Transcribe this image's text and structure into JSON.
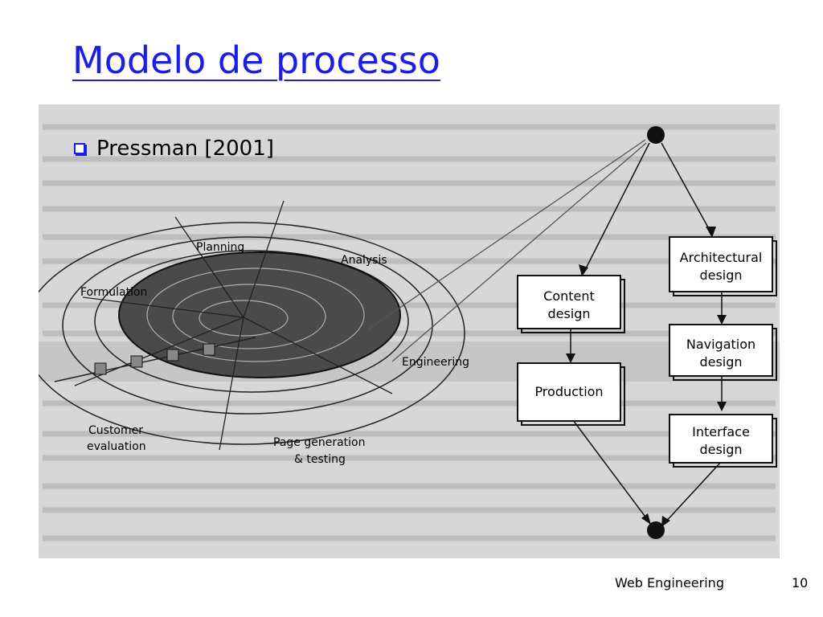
{
  "slide": {
    "title": "Modelo de processo",
    "bullet": "Pressman [2001]",
    "footer_label": "Web Engineering",
    "page_number": "10",
    "accent_color": "#1a1aff"
  },
  "diagram": {
    "spiral_labels": {
      "planning": "Planning",
      "analysis": "Analysis",
      "formulation": "Formulation",
      "engineering": "Engineering",
      "customer_evaluation": [
        "Customer",
        "evaluation"
      ],
      "page_generation": [
        "Page generation",
        "& testing"
      ]
    },
    "boxes": {
      "architectural": [
        "Architectural",
        "design"
      ],
      "content": [
        "Content",
        "design"
      ],
      "navigation": [
        "Navigation",
        "design"
      ],
      "production": [
        "Production"
      ],
      "interface": [
        "Interface",
        "design"
      ]
    }
  }
}
